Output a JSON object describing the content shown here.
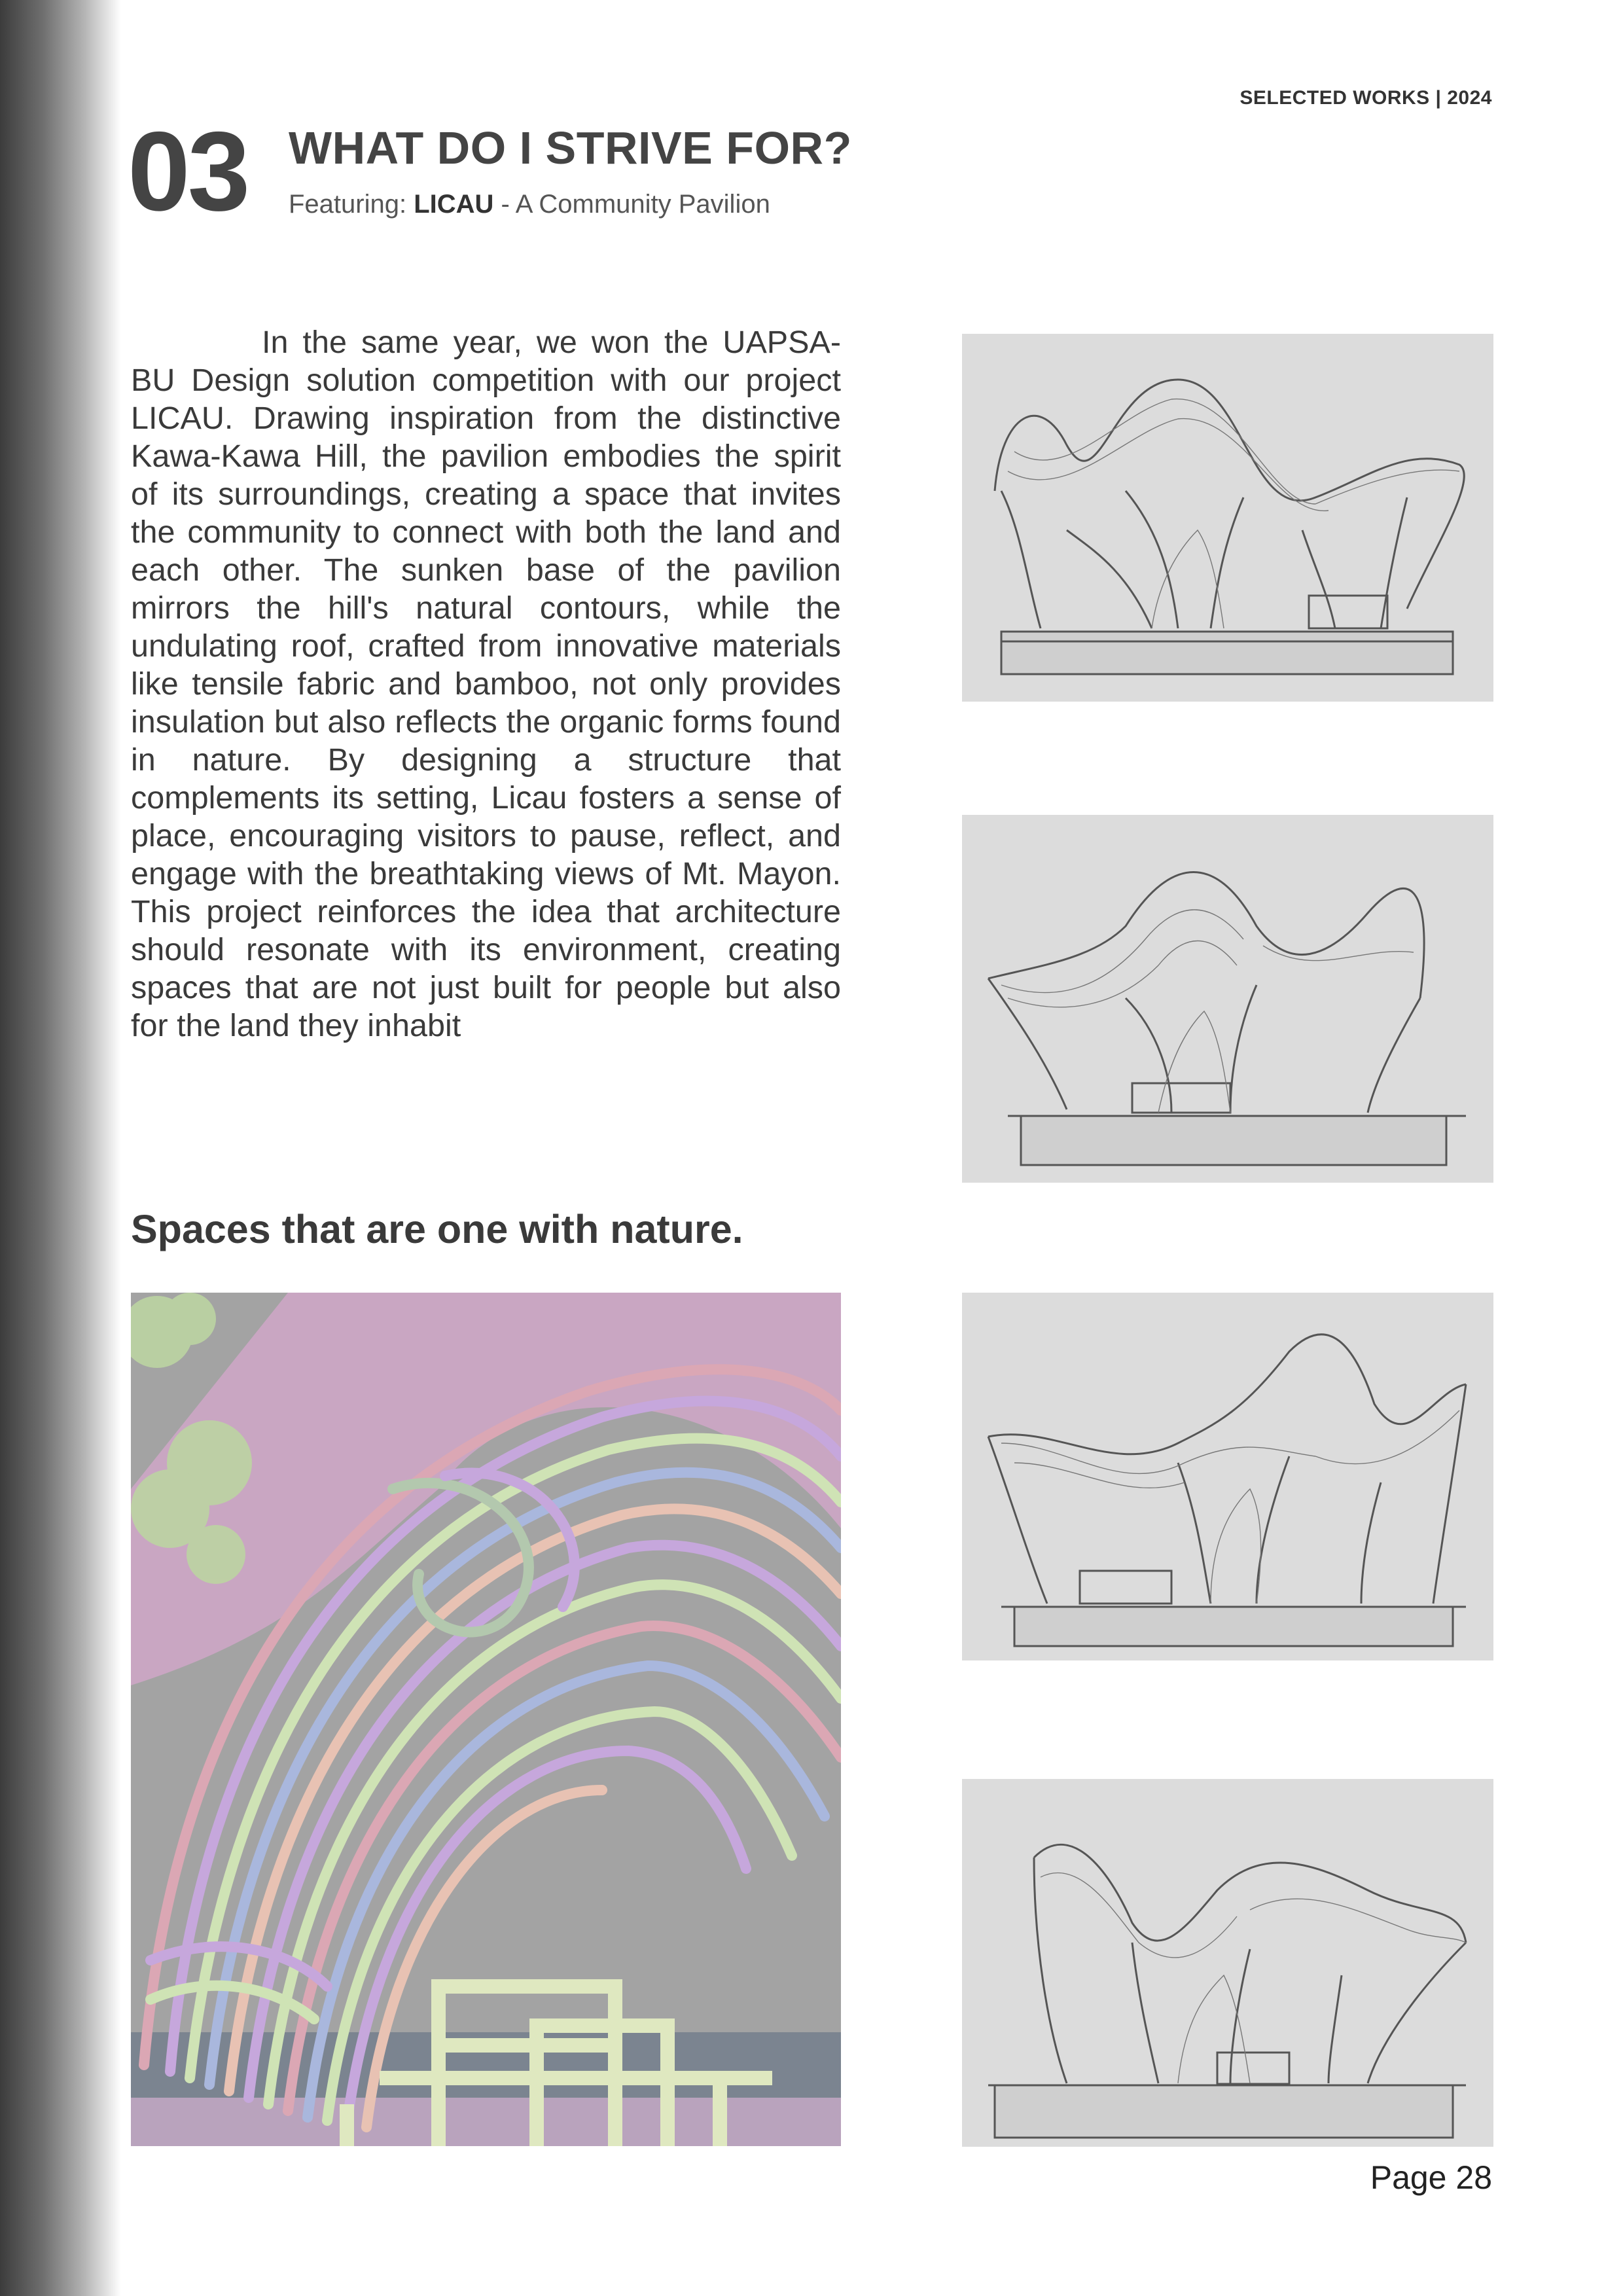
{
  "header": {
    "running_title": "SELECTED WORKS | 2024"
  },
  "chapter": {
    "number": "03",
    "title": "WHAT DO I STRIVE FOR?",
    "featuring_prefix": "Featuring: ",
    "project_name": "LICAU",
    "project_suffix": " - A Community Pavilion"
  },
  "body": {
    "paragraph": "In the same year, we won the UAPSA-BU Design solution competition with our project LICAU. Drawing inspiration from the distinctive Kawa-Kawa Hill, the pavilion embodies the spirit of its surroundings, creating a space that invites the community to connect with both the land and each other. The sunken base of the pavilion mirrors the hill's natural contours, while the undulating roof, crafted from innovative materials like tensile fabric and bamboo, not only provides insulation but also reflects the organic forms found in nature. By designing a structure that complements its setting, Licau fosters a sense of place, encouraging visitors to pause, reflect, and engage with the breathtaking views of Mt. Mayon. This project reinforces the idea that architecture should resonate with its environment, creating spaces that are not just built for people but also for the land they inhabit"
  },
  "tagline": "Spaces that are one with nature.",
  "footer": {
    "page_label": "Page 28"
  },
  "colors": {
    "heading": "#444444",
    "text": "#3a3a3a",
    "elevation_bg": "#dcdcdc",
    "render_pink": "#c9a6c2",
    "render_green": "#cfe3b5",
    "render_purple": "#c4a7dc"
  }
}
